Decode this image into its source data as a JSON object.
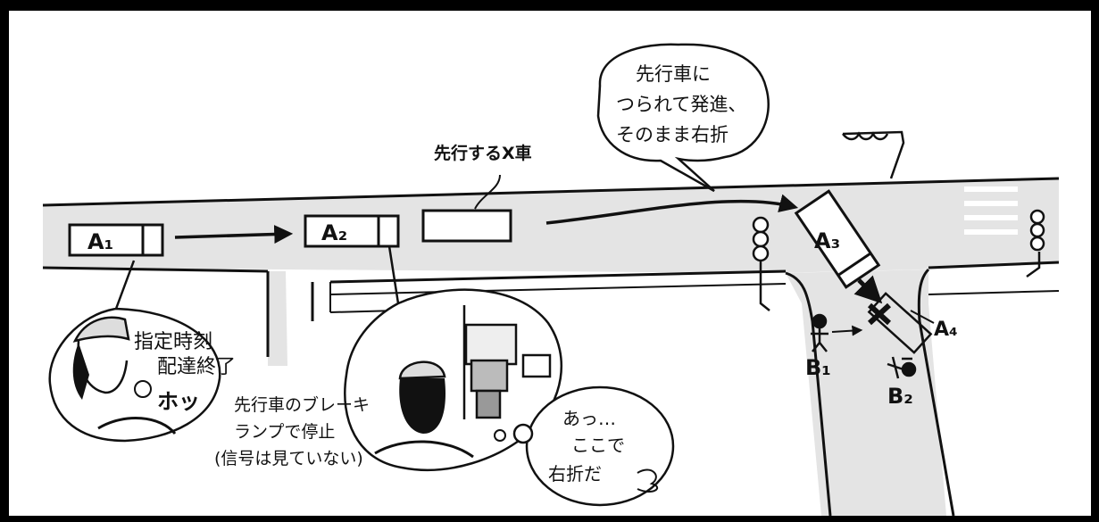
{
  "labels": {
    "car_a1": "A₁",
    "car_a2": "A₂",
    "car_a3": "A₃",
    "point_a4": "A₄",
    "ped_b1": "B₁",
    "ped_b2": "B₂",
    "x_car": "先行するX車"
  },
  "bubbles": {
    "follow_lead": [
      "先行車に",
      "つられて発進、",
      "そのまま右折"
    ],
    "delivery_done": [
      "指定時刻",
      "配達終了"
    ],
    "relief": "ホッ",
    "brake_lamp": [
      "先行車のブレーキ",
      "ランプで停止",
      "(信号は見ていない)"
    ],
    "turn_here": [
      "あっ…",
      "ここで",
      "右折だ"
    ]
  },
  "colors": {
    "frame": "#000000",
    "paper": "#ffffff",
    "road": "#e4e4e4",
    "ink": "#111111"
  }
}
